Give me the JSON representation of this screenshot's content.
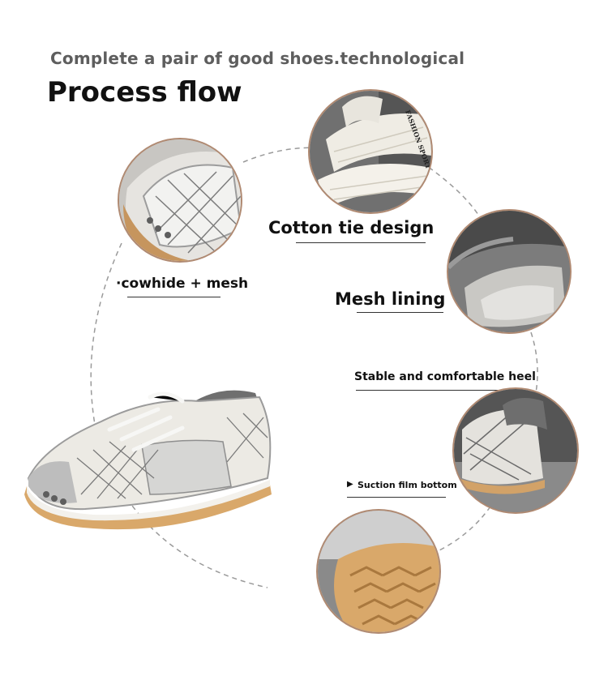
{
  "header": {
    "subtitle": "Complete a pair of good shoes.technological",
    "title": "Process flow"
  },
  "features": {
    "cowhide": "·cowhide + mesh",
    "cotton_tie": "Cotton tie design",
    "mesh_lining": "Mesh lining",
    "heel": "Stable and comfortable heel",
    "bottom_marker": "▶",
    "bottom": "Suction film bottom"
  },
  "tongue_print": "FASHION SPORT",
  "colors": {
    "circle_border": "#b08a72",
    "dashed_path": "#9a9a9a",
    "sole_gum": "#d9a86a"
  }
}
